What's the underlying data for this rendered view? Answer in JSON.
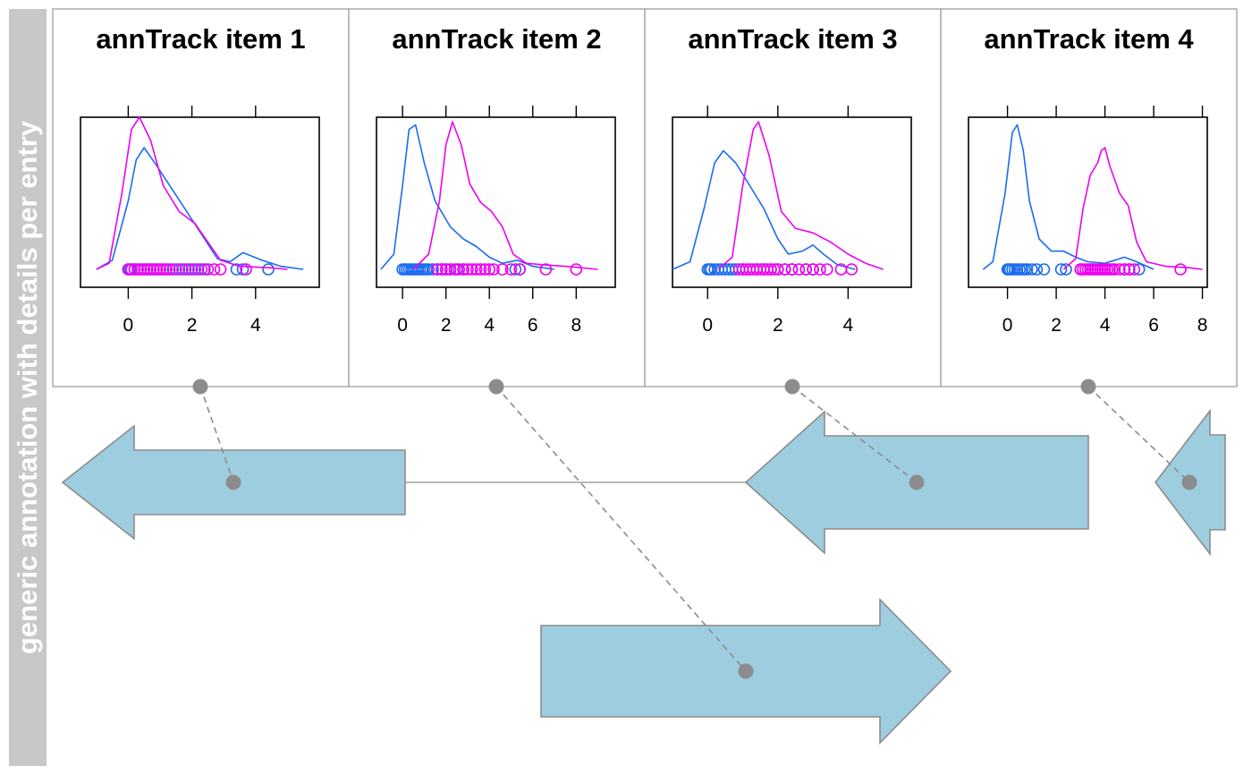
{
  "track_label": "generic annotation with details per entry",
  "colors": {
    "series_a": "#1a6cf0",
    "series_b": "#f000f0",
    "feature_fill": "#9fcde0",
    "feature_stroke": "#8c8c8c",
    "connector": "#8c8c8c",
    "panel_border": "#a6a6a6",
    "label_strip": "#c8c8c8"
  },
  "chart_data": [
    {
      "type": "density",
      "title": "annTrack item 1",
      "xlim": [
        -1.5,
        6
      ],
      "x_ticks": [
        0,
        2,
        4
      ],
      "top_ticks": [
        0,
        2,
        4
      ],
      "series": [
        {
          "color": "#1a6cf0",
          "points": [
            [
              -1,
              0
            ],
            [
              -0.5,
              0.06
            ],
            [
              0,
              0.45
            ],
            [
              0.25,
              0.72
            ],
            [
              0.5,
              0.8
            ],
            [
              0.9,
              0.68
            ],
            [
              1.4,
              0.52
            ],
            [
              1.9,
              0.36
            ],
            [
              2.4,
              0.2
            ],
            [
              2.8,
              0.07
            ],
            [
              3.2,
              0.05
            ],
            [
              3.6,
              0.11
            ],
            [
              4.2,
              0.06
            ],
            [
              4.8,
              0.02
            ],
            [
              5.5,
              0
            ]
          ],
          "points_x": [
            0,
            0.05,
            0.1,
            0.2,
            0.3,
            0.4,
            0.5,
            0.6,
            0.7,
            0.8,
            0.9,
            1.0,
            1.2,
            1.4,
            1.6,
            1.8,
            2.0,
            2.2,
            2.4,
            3.4,
            3.6,
            4.4
          ]
        },
        {
          "color": "#f000f0",
          "points": [
            [
              -1,
              0
            ],
            [
              -0.6,
              0.04
            ],
            [
              -0.2,
              0.5
            ],
            [
              0.1,
              0.92
            ],
            [
              0.35,
              1.0
            ],
            [
              0.7,
              0.85
            ],
            [
              1.1,
              0.55
            ],
            [
              1.6,
              0.38
            ],
            [
              2.1,
              0.3
            ],
            [
              2.5,
              0.18
            ],
            [
              2.9,
              0.06
            ],
            [
              3.5,
              0.02
            ],
            [
              4.5,
              0.01
            ],
            [
              5,
              0
            ]
          ],
          "points_x": [
            0,
            0.1,
            0.2,
            0.3,
            0.4,
            0.5,
            0.6,
            0.7,
            0.8,
            0.9,
            1.0,
            1.1,
            1.2,
            1.3,
            1.5,
            1.7,
            1.9,
            2.1,
            2.3,
            2.5,
            2.7,
            2.9,
            3.7
          ]
        }
      ],
      "anchor": "#feature-1"
    },
    {
      "type": "density",
      "title": "annTrack item 2",
      "xlim": [
        -1.2,
        9.8
      ],
      "x_ticks": [
        0,
        2,
        4,
        6,
        8
      ],
      "top_ticks": [
        0,
        2,
        4,
        6,
        8
      ],
      "series": [
        {
          "color": "#1a6cf0",
          "points": [
            [
              -1,
              0
            ],
            [
              -0.4,
              0.1
            ],
            [
              0,
              0.55
            ],
            [
              0.3,
              0.92
            ],
            [
              0.6,
              0.95
            ],
            [
              1.0,
              0.7
            ],
            [
              1.5,
              0.45
            ],
            [
              2.2,
              0.28
            ],
            [
              2.8,
              0.2
            ],
            [
              3.4,
              0.15
            ],
            [
              4.0,
              0.08
            ],
            [
              4.6,
              0.04
            ],
            [
              5.3,
              0.06
            ],
            [
              6,
              0.02
            ],
            [
              7,
              0
            ]
          ],
          "points_x": [
            0,
            0.1,
            0.2,
            0.3,
            0.4,
            0.5,
            0.6,
            0.7,
            0.8,
            0.9,
            1.0,
            1.1,
            1.2,
            1.4,
            1.6,
            1.8,
            2.0,
            2.2,
            2.5,
            2.8,
            5.2,
            5.4
          ]
        },
        {
          "color": "#f000f0",
          "points": [
            [
              0.5,
              0
            ],
            [
              1.2,
              0.1
            ],
            [
              1.7,
              0.45
            ],
            [
              2.0,
              0.82
            ],
            [
              2.3,
              0.97
            ],
            [
              2.7,
              0.82
            ],
            [
              3.1,
              0.56
            ],
            [
              3.6,
              0.44
            ],
            [
              4.1,
              0.38
            ],
            [
              4.6,
              0.28
            ],
            [
              5.1,
              0.1
            ],
            [
              5.7,
              0.04
            ],
            [
              6.5,
              0.03
            ],
            [
              7.5,
              0.02
            ],
            [
              9,
              0
            ]
          ],
          "points_x": [
            1.6,
            1.8,
            2.0,
            2.2,
            2.4,
            2.6,
            2.8,
            3.0,
            3.2,
            3.4,
            3.6,
            3.8,
            4.0,
            4.2,
            4.6,
            5.0,
            5.4,
            6.6,
            8.0
          ]
        }
      ],
      "anchor": "#feature-2"
    },
    {
      "type": "density",
      "title": "annTrack item 3",
      "xlim": [
        -1,
        5.8
      ],
      "x_ticks": [
        0,
        2,
        4
      ],
      "top_ticks": [
        0,
        2,
        4
      ],
      "series": [
        {
          "color": "#1a6cf0",
          "points": [
            [
              -1,
              0
            ],
            [
              -0.5,
              0.05
            ],
            [
              -0.1,
              0.4
            ],
            [
              0.2,
              0.7
            ],
            [
              0.45,
              0.78
            ],
            [
              0.8,
              0.7
            ],
            [
              1.2,
              0.55
            ],
            [
              1.6,
              0.4
            ],
            [
              2.0,
              0.2
            ],
            [
              2.3,
              0.1
            ],
            [
              2.7,
              0.12
            ],
            [
              3.0,
              0.16
            ],
            [
              3.3,
              0.1
            ],
            [
              3.7,
              0.03
            ],
            [
              4.2,
              0
            ]
          ],
          "points_x": [
            0,
            0.05,
            0.1,
            0.2,
            0.3,
            0.4,
            0.5,
            0.6,
            0.7,
            0.8,
            1.0,
            1.2,
            1.4,
            1.6,
            1.8,
            2.0,
            2.2,
            2.4,
            2.8,
            3.0
          ]
        },
        {
          "color": "#f000f0",
          "points": [
            [
              0.3,
              0
            ],
            [
              0.7,
              0.08
            ],
            [
              1.0,
              0.55
            ],
            [
              1.3,
              0.92
            ],
            [
              1.45,
              0.97
            ],
            [
              1.75,
              0.75
            ],
            [
              2.1,
              0.38
            ],
            [
              2.5,
              0.27
            ],
            [
              3.0,
              0.24
            ],
            [
              3.5,
              0.18
            ],
            [
              4.0,
              0.1
            ],
            [
              4.5,
              0.04
            ],
            [
              5.0,
              0
            ]
          ],
          "points_x": [
            0.9,
            1.0,
            1.1,
            1.2,
            1.3,
            1.4,
            1.5,
            1.6,
            1.7,
            1.8,
            1.9,
            2.0,
            2.2,
            2.4,
            2.6,
            2.8,
            3.0,
            3.2,
            3.4,
            3.8,
            4.1
          ]
        }
      ],
      "anchor": "#feature-3"
    },
    {
      "type": "density",
      "title": "annTrack item 4",
      "xlim": [
        -1.6,
        8.2
      ],
      "x_ticks": [
        0,
        2,
        4,
        6,
        8
      ],
      "top_ticks": [
        0,
        2,
        4,
        6,
        8
      ],
      "series": [
        {
          "color": "#1a6cf0",
          "points": [
            [
              -1,
              0
            ],
            [
              -0.6,
              0.05
            ],
            [
              -0.1,
              0.5
            ],
            [
              0.2,
              0.9
            ],
            [
              0.4,
              0.95
            ],
            [
              0.65,
              0.78
            ],
            [
              0.9,
              0.45
            ],
            [
              1.3,
              0.2
            ],
            [
              1.8,
              0.12
            ],
            [
              2.3,
              0.12
            ],
            [
              2.8,
              0.08
            ],
            [
              3.3,
              0.05
            ],
            [
              4.0,
              0.04
            ],
            [
              4.8,
              0.08
            ],
            [
              5.3,
              0.05
            ],
            [
              6,
              0
            ]
          ],
          "points_x": [
            0,
            0.05,
            0.1,
            0.2,
            0.3,
            0.4,
            0.5,
            0.6,
            0.7,
            0.8,
            1.0,
            1.2,
            1.5,
            2.2,
            2.4,
            3.0,
            3.5,
            4.8,
            5.0,
            5.4
          ]
        },
        {
          "color": "#f000f0",
          "points": [
            [
              2.3,
              0
            ],
            [
              2.8,
              0.07
            ],
            [
              3.1,
              0.4
            ],
            [
              3.4,
              0.62
            ],
            [
              3.7,
              0.7
            ],
            [
              3.85,
              0.78
            ],
            [
              4.0,
              0.8
            ],
            [
              4.2,
              0.68
            ],
            [
              4.6,
              0.5
            ],
            [
              4.95,
              0.42
            ],
            [
              5.3,
              0.18
            ],
            [
              5.7,
              0.05
            ],
            [
              6.5,
              0.02
            ],
            [
              7.5,
              0.01
            ],
            [
              8,
              0
            ]
          ],
          "points_x": [
            3.0,
            3.1,
            3.2,
            3.3,
            3.4,
            3.5,
            3.6,
            3.7,
            3.8,
            3.9,
            4.0,
            4.1,
            4.2,
            4.3,
            4.4,
            4.6,
            4.8,
            5.0,
            5.2,
            7.1
          ]
        }
      ],
      "anchor": "#feature-4"
    }
  ],
  "features": [
    {
      "id": "feature-1",
      "direction": "left"
    },
    {
      "id": "feature-2",
      "direction": "right"
    },
    {
      "id": "feature-3",
      "direction": "left"
    },
    {
      "id": "feature-4",
      "direction": "left"
    }
  ]
}
